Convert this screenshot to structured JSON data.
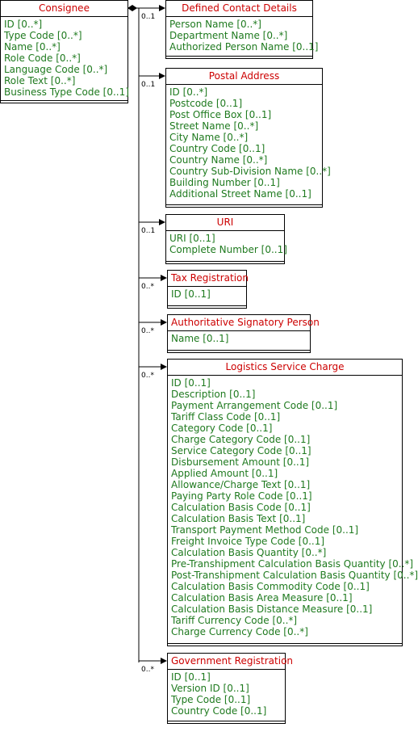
{
  "consignee": {
    "title": "Consignee",
    "attributes": [
      "ID [0..*]",
      "Type Code [0..*]",
      "Name [0..*]",
      "Role Code [0..*]",
      "Language Code [0..*]",
      "Role Text [0..*]",
      "Business Type Code [0..1]"
    ]
  },
  "children": [
    {
      "id": "contact",
      "title": "Defined Contact Details",
      "multiplicity": "0..1",
      "attributes": [
        "Person Name [0..*]",
        "Department Name [0..*]",
        "Authorized Person Name [0..1]"
      ]
    },
    {
      "id": "postal",
      "title": "Postal Address",
      "multiplicity": "0..1",
      "attributes": [
        "ID [0..*]",
        "Postcode [0..1]",
        "Post Office Box [0..1]",
        "Street Name [0..*]",
        "City Name [0..*]",
        "Country Code [0..1]",
        "Country Name [0..*]",
        "Country Sub-Division Name [0..*]",
        "Building Number [0..1]",
        "Additional Street Name [0..1]"
      ]
    },
    {
      "id": "uri",
      "title": "URI",
      "multiplicity": "0..1",
      "attributes": [
        "URI [0..1]",
        "Complete Number [0..1]"
      ]
    },
    {
      "id": "tax",
      "title": "Tax Registration",
      "multiplicity": "0..*",
      "attributes": [
        "ID [0..1]"
      ]
    },
    {
      "id": "signatory",
      "title": "Authoritative Signatory Person",
      "multiplicity": "0..*",
      "attributes": [
        "Name [0..1]"
      ]
    },
    {
      "id": "logistics",
      "title": "Logistics Service Charge",
      "multiplicity": "0..*",
      "attributes": [
        "ID [0..1]",
        "Description [0..1]",
        "Payment Arrangement Code [0..1]",
        "Tariff Class Code [0..1]",
        "Category Code [0..1]",
        "Charge Category Code [0..1]",
        "Service Category Code [0..1]",
        "Disbursement Amount [0..1]",
        "Applied Amount [0..1]",
        "Allowance/Charge Text [0..1]",
        "Paying Party Role Code [0..1]",
        "Calculation Basis Code [0..1]",
        "Calculation Basis Text [0..1]",
        "Transport Payment Method Code [0..1]",
        "Freight Invoice Type Code [0..1]",
        "Calculation Basis Quantity [0..*]",
        "Pre-Transhipment Calculation Basis Quantity [0..*]",
        "Post-Transhipment Calculation Basis Quantity [0..*]",
        "Calculation Basis Commodity Code [0..1]",
        "Calculation Basis Area Measure [0..1]",
        "Calculation Basis Distance Measure [0..1]",
        "Tariff Currency Code [0..*]",
        "Charge Currency Code [0..*]"
      ]
    },
    {
      "id": "government",
      "title": "Government Registration",
      "multiplicity": "0..*",
      "attributes": [
        "ID [0..1]",
        "Version ID [0..1]",
        "Type Code [0..1]",
        "Country Code [0..1]"
      ]
    }
  ]
}
